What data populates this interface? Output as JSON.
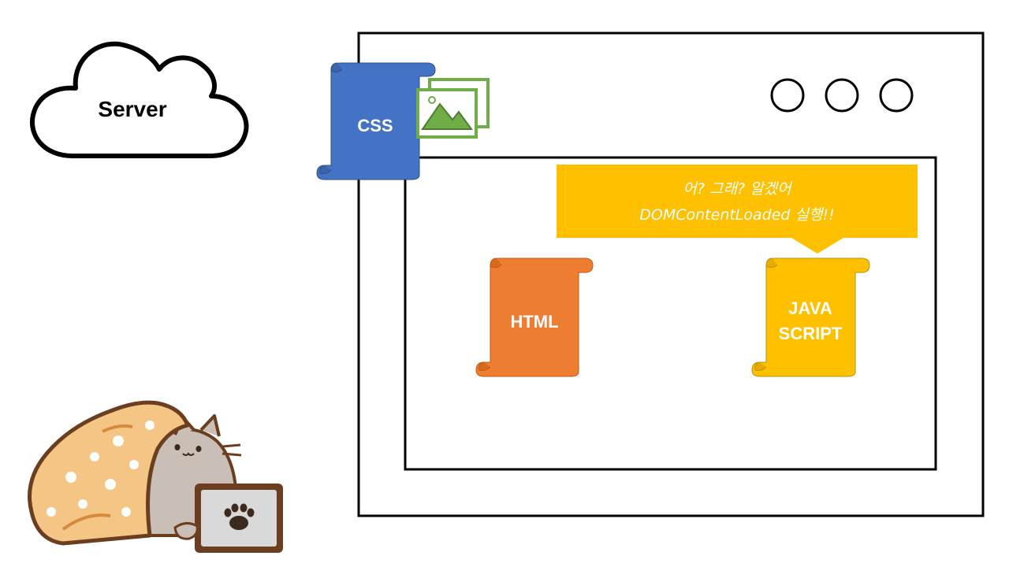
{
  "server": {
    "label": "Server"
  },
  "browser": {
    "window_dots": [
      "dot",
      "dot",
      "dot"
    ]
  },
  "files": {
    "css": {
      "label": "CSS",
      "color": "#4472C4"
    },
    "html": {
      "label": "HTML",
      "color": "#ED7D31"
    },
    "javascript": {
      "line1": "JAVA",
      "line2": "SCRIPT",
      "color": "#FFC000"
    }
  },
  "speech_bubble": {
    "line1": "어? 그래? 알겠어",
    "line2": "DOMContentLoaded 실행!!",
    "color": "#FFC000"
  },
  "image_icon": {
    "icon": "image-icon",
    "color": "#70AD47"
  },
  "mascot": {
    "icon": "cat-with-laptop-icon"
  }
}
